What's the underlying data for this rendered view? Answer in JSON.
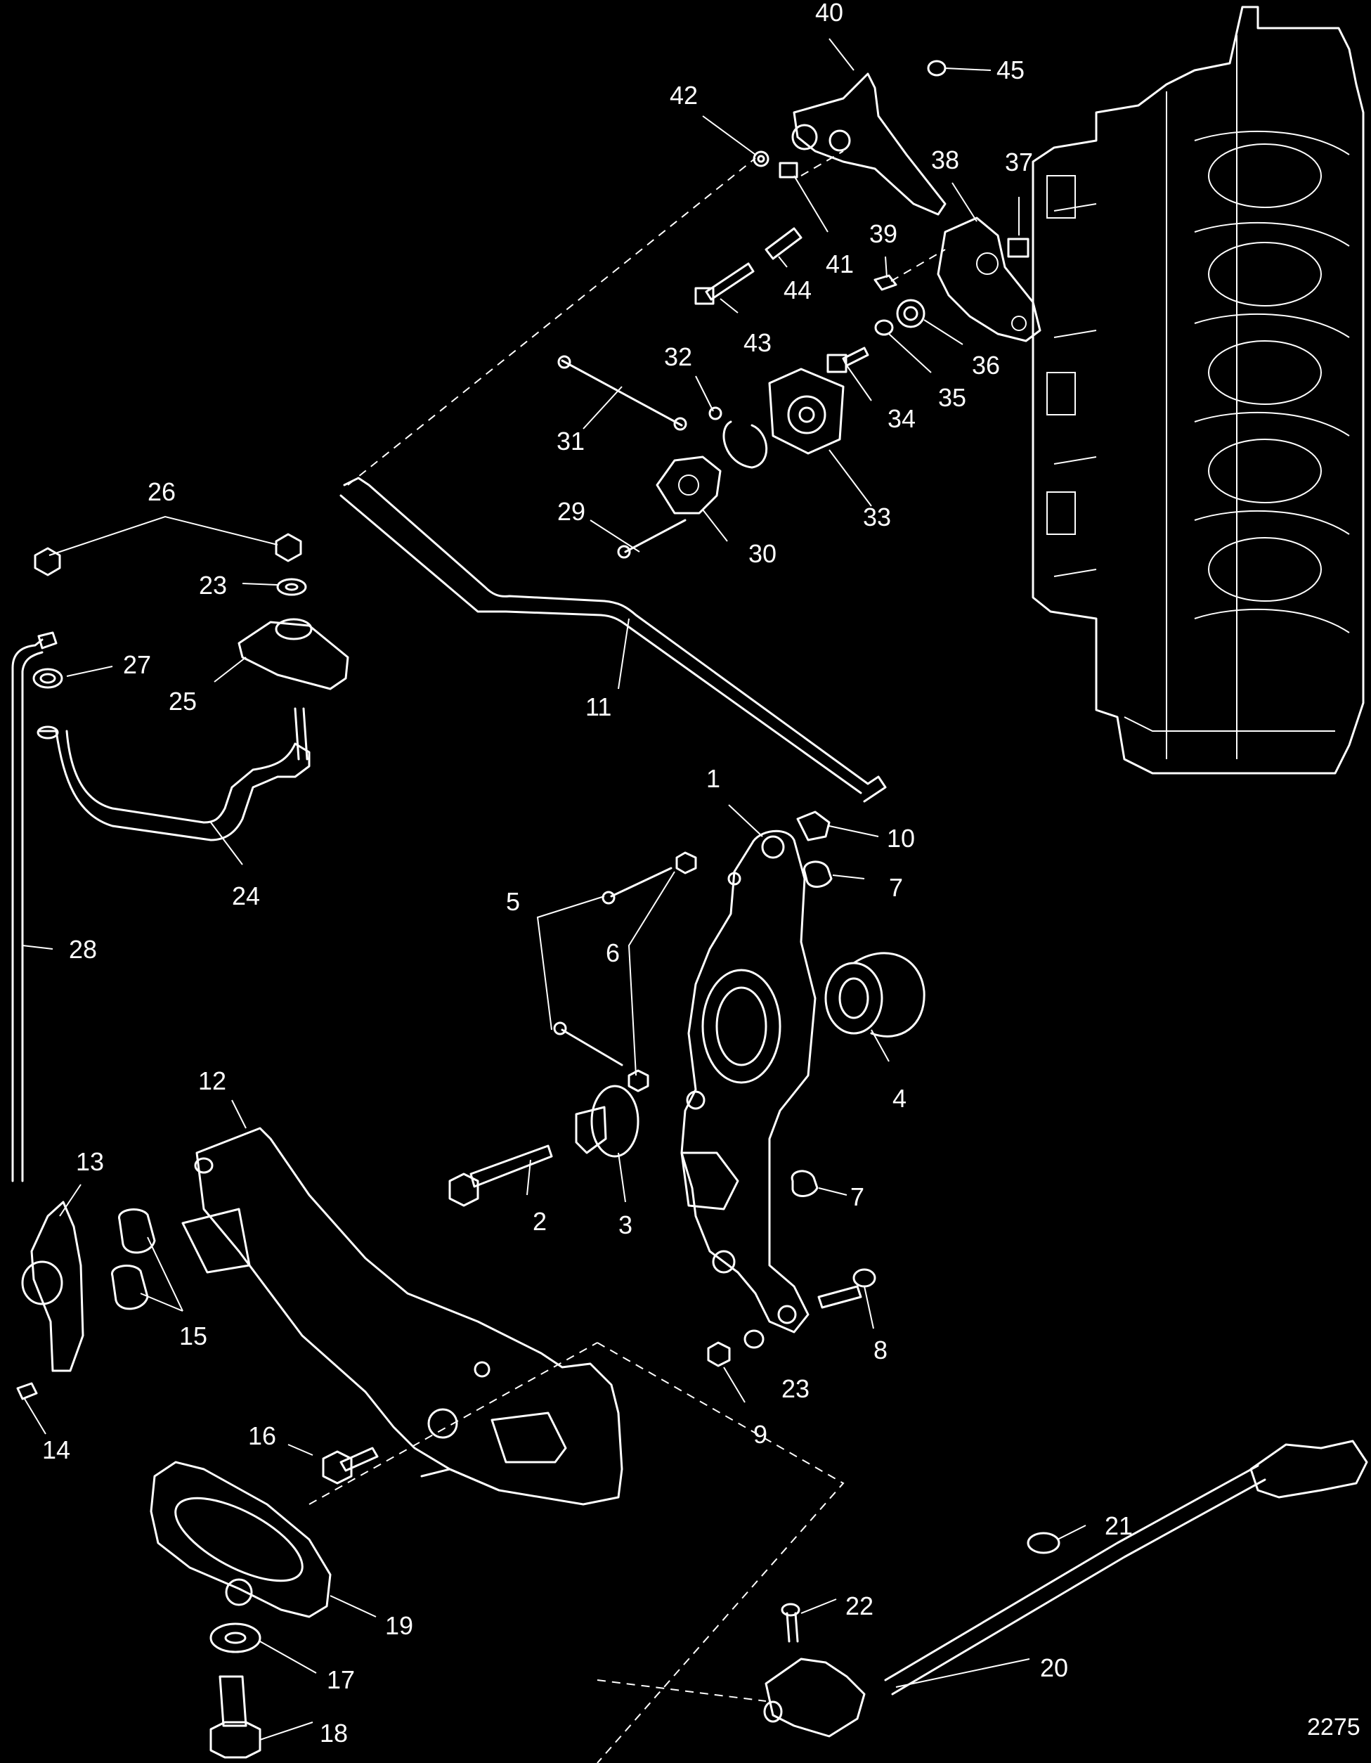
{
  "figure_number": "2275",
  "callouts": {
    "c1": "1",
    "c2": "2",
    "c3": "3",
    "c4": "4",
    "c5": "5",
    "c6": "6",
    "c7": "7",
    "c8": "8",
    "c9": "9",
    "c10": "10",
    "c11": "11",
    "c12": "12",
    "c13": "13",
    "c14": "14",
    "c15": "15",
    "c16": "16",
    "c17": "17",
    "c18": "18",
    "c19": "19",
    "c20": "20",
    "c21": "21",
    "c22": "22",
    "c23": "23",
    "c24": "24",
    "c25": "25",
    "c26": "26",
    "c27": "27",
    "c28": "28",
    "c29": "29",
    "c30": "30",
    "c31": "31",
    "c32": "32",
    "c33": "33",
    "c34": "34",
    "c35": "35",
    "c36": "36",
    "c37": "37",
    "c38": "38",
    "c39": "39",
    "c40": "40",
    "c41": "41",
    "c42": "42",
    "c43": "43",
    "c44": "44",
    "c45": "45"
  },
  "colors": {
    "background": "#000000",
    "line": "#ffffff"
  }
}
